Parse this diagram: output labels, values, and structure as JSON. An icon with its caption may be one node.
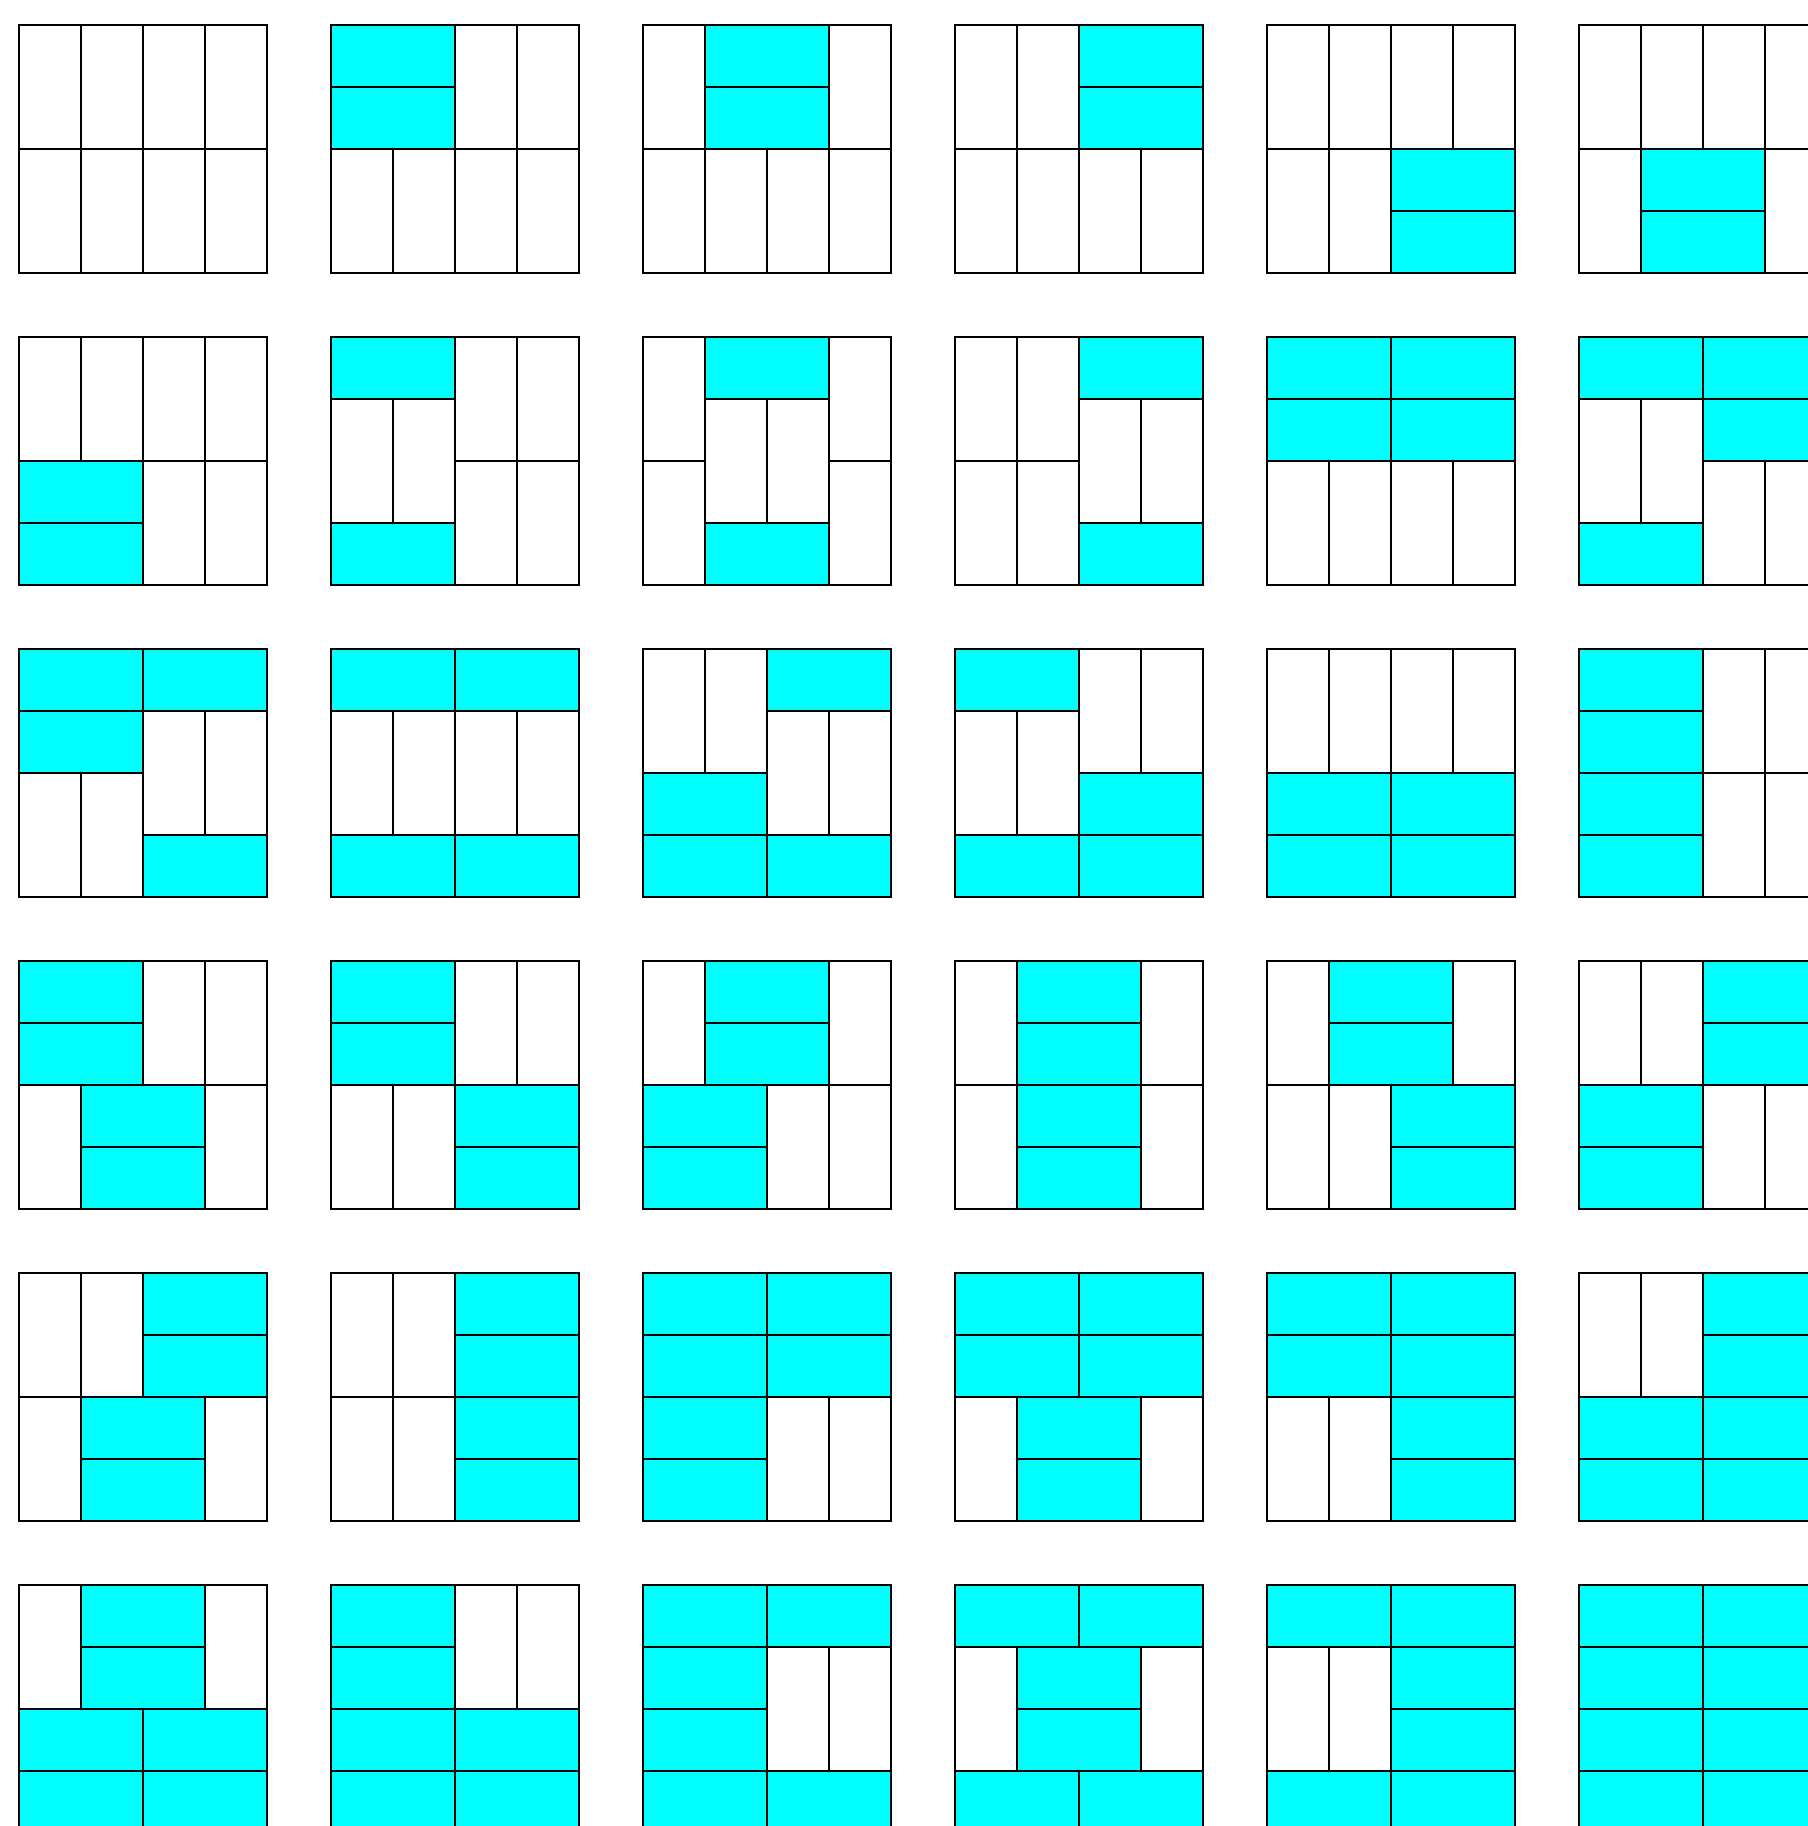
{
  "diagram": {
    "nodes": [
      {
        "text": [],
        "shape": "box"
      },
      {
        "text": [],
        "shape": "box"
      },
      {
        "text": [],
        "shape": "box"
      },
      {
        "text": [],
        "shape": "box"
      },
      {
        "text": [],
        "shape": "box"
      },
      {
        "text": [],
        "shape": "box"
      },
      {
        "text": [],
        "shape": "box"
      },
      {
        "text": [],
        "shape": "box"
      },
      {
        "text": [],
        "shape": "box"
      },
      {
        "text": [],
        "shape": "box"
      },
      {
        "text": [],
        "shape": "box"
      },
      {
        "text": [],
        "shape": "box"
      },
      {
        "text": [],
        "shape": "box"
      },
      {
        "text": [],
        "shape": "box"
      },
      {
        "text": [],
        "shape": "box"
      },
      {
        "text": [],
        "shape": "box"
      },
      {
        "text": [],
        "shape": "box"
      },
      {
        "text": [],
        "shape": "box"
      },
      {
        "text": [],
        "shape": "box"
      },
      {
        "text": [],
        "shape": "box"
      },
      {
        "text": [],
        "shape": "box"
      },
      {
        "text": [],
        "shape": "box"
      },
      {
        "text": [],
        "shape": "box"
      },
      {
        "text": [],
        "shape": "box"
      },
      {
        "text": [],
        "shape": "box"
      },
      {
        "text": [],
        "shape": "box"
      },
      {
        "text": [],
        "shape": "box"
      },
      {
        "text": [],
        "shape": "box"
      },
      {
        "text": [],
        "shape": "box"
      },
      {
        "text": [],
        "shape": "box"
      },
      {
        "text": [],
        "shape": "box"
      },
      {
        "text": [],
        "shape": "box"
      },
      {
        "text": [],
        "shape": "box"
      },
      {
        "text": [],
        "shape": "box"
      },
      {
        "text": [],
        "shape": "box"
      },
      {
        "text": [],
        "shape": "box"
      }
    ]
  }
}
